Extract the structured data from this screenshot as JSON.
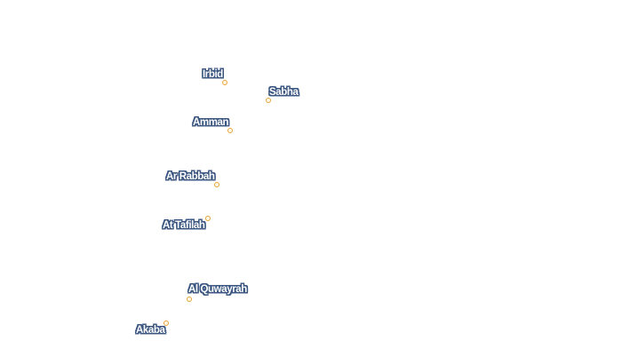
{
  "map": {
    "marker_color": "#e8a33a",
    "label_outline_color": "#3b5681",
    "label_fill_color": "#ffffff",
    "places": [
      {
        "id": "irbid",
        "name": "Irbid"
      },
      {
        "id": "sabha",
        "name": "Sabha"
      },
      {
        "id": "amman",
        "name": "Amman"
      },
      {
        "id": "ar-rabbah",
        "name": "Ar Rabbah"
      },
      {
        "id": "at-tafilah",
        "name": "At Tafilah"
      },
      {
        "id": "al-quwayrah",
        "name": "Al Quwayrah"
      },
      {
        "id": "akaba",
        "name": "Akaba"
      }
    ]
  }
}
